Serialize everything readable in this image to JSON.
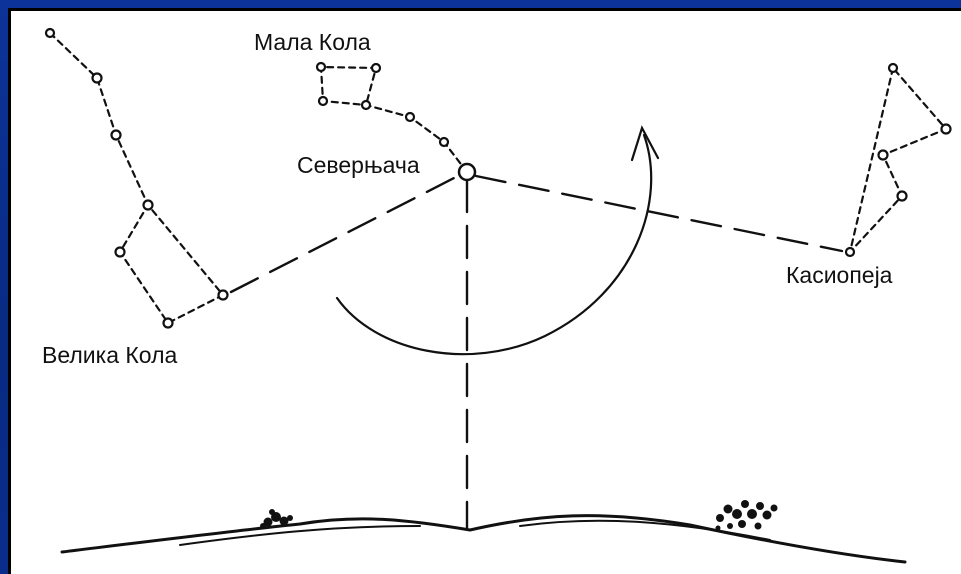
{
  "labels": {
    "little_dipper": "Мала Кола",
    "polaris": "Северњача",
    "big_dipper": "Велика Кола",
    "cassiopeia": "Касиопеја"
  },
  "colors": {
    "background": "#0a2d8c",
    "panel": "#ffffff",
    "ink": "#111111"
  }
}
